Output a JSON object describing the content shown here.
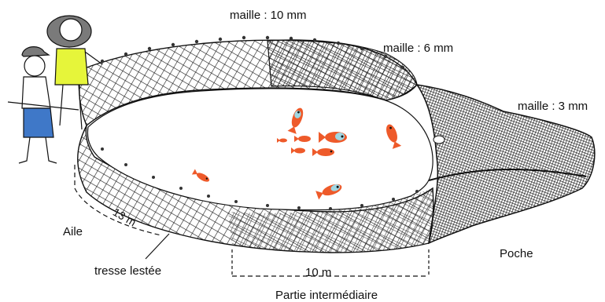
{
  "labels": {
    "mesh_wing": "maille : 10 mm",
    "mesh_middle": "maille : 6 mm",
    "mesh_pocket": "maille : 3 mm",
    "wing": "Aile",
    "wing_length": "13 m",
    "lead_line": "tresse lestée",
    "middle_length": "10 m",
    "middle_part": "Partie intermédiaire",
    "pocket": "Poche"
  },
  "colors": {
    "net": "#1a1a1a",
    "fish": "#ee5a2a",
    "fish_blue": "#9fd7e3",
    "shirt_yellow": "#e6f53a",
    "shorts_blue": "#3f78c8"
  },
  "icons": [
    "net-wing",
    "net-middle",
    "net-pocket",
    "fish-icon",
    "fisherman-icon"
  ]
}
